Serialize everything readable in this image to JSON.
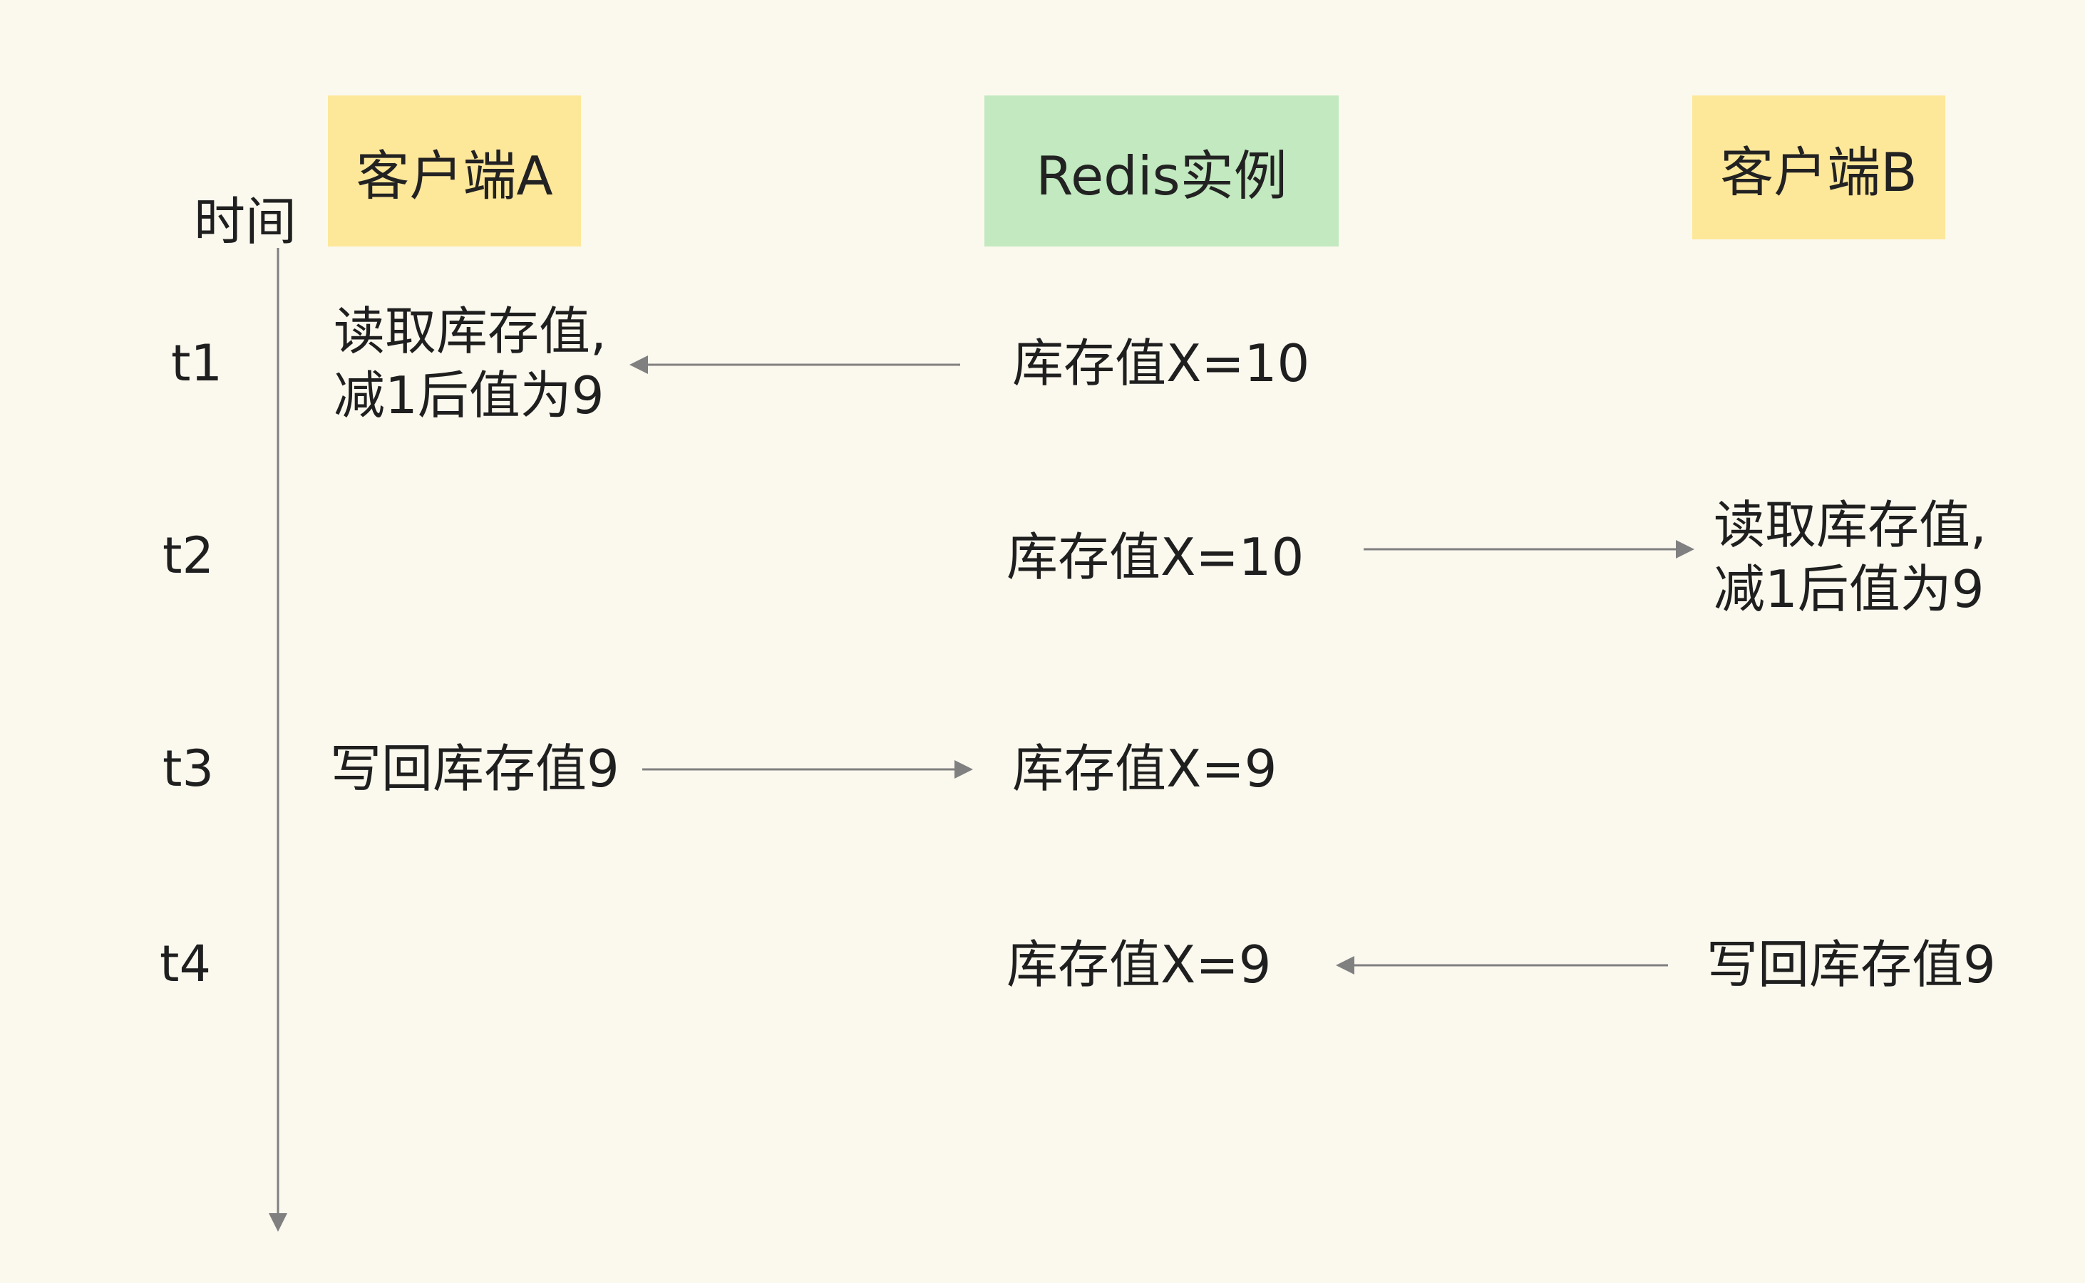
{
  "participants": {
    "client_a": "客户端A",
    "redis": "Redis实例",
    "client_b": "客户端B"
  },
  "time_axis": {
    "label": "时间",
    "ticks": [
      "t1",
      "t2",
      "t3",
      "t4"
    ]
  },
  "steps": {
    "t1": {
      "client_a_line1": "读取库存值,",
      "client_a_line2": "减1后值为9",
      "redis": "库存值X=10"
    },
    "t2": {
      "redis": "库存值X=10",
      "client_b_line1": "读取库存值,",
      "client_b_line2": "减1后值为9"
    },
    "t3": {
      "client_a": "写回库存值9",
      "redis": "库存值X=9"
    },
    "t4": {
      "redis": "库存值X=9",
      "client_b": "写回库存值9"
    }
  },
  "colors": {
    "background": "#fbf9ee",
    "client_box": "#fde799",
    "redis_box": "#c2e9bf",
    "arrow": "#808080",
    "text": "#1f1f1f"
  }
}
